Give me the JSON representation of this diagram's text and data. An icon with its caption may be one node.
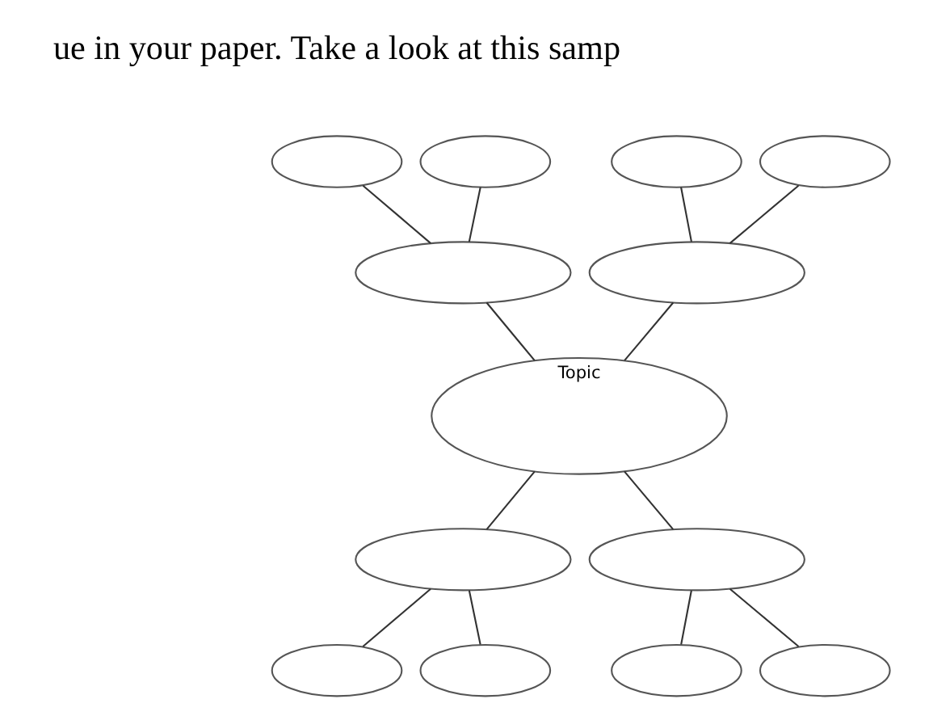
{
  "diagram": {
    "nodes": [
      {
        "text": [],
        "shape": "ellipse"
      },
      {
        "text": [],
        "shape": "ellipse"
      },
      {
        "text": [],
        "shape": "ellipse"
      },
      {
        "text": [],
        "shape": "ellipse"
      },
      {
        "text": [],
        "shape": "ellipse"
      },
      {
        "text": [],
        "shape": "ellipse"
      },
      {
        "text": [
          "Topic"
        ]
      },
      {
        "text": [],
        "shape": "ellipse"
      },
      {
        "text": [],
        "shape": "ellipse"
      },
      {
        "text": [],
        "shape": "ellipse"
      },
      {
        "text": [],
        "shape": "ellipse"
      },
      {
        "text": [],
        "shape": "ellipse"
      },
      {
        "text": [],
        "shape": "ellipse"
      }
    ],
    "edges": [
      {
        "from": 0,
        "to": 4,
        "arrow": "none"
      },
      {
        "from": 1,
        "to": 4,
        "arrow": "none"
      },
      {
        "from": 2,
        "to": 5,
        "arrow": "none"
      },
      {
        "from": 3,
        "to": 5,
        "arrow": "none"
      },
      {
        "from": 4,
        "to": 6,
        "arrow": "none"
      },
      {
        "from": 5,
        "to": 6,
        "arrow": "none"
      },
      {
        "from": 6,
        "to": 7,
        "arrow": "none"
      },
      {
        "from": 6,
        "to": 8,
        "arrow": "none"
      },
      {
        "from": 7,
        "to": 9,
        "arrow": "none"
      },
      {
        "from": 7,
        "to": 10,
        "arrow": "none"
      },
      {
        "from": 8,
        "to": 11,
        "arrow": "none"
      },
      {
        "from": 8,
        "to": 12,
        "arrow": "none"
      }
    ],
    "labels": [
      "ue in your paper. Take a look at this samp"
    ]
  }
}
